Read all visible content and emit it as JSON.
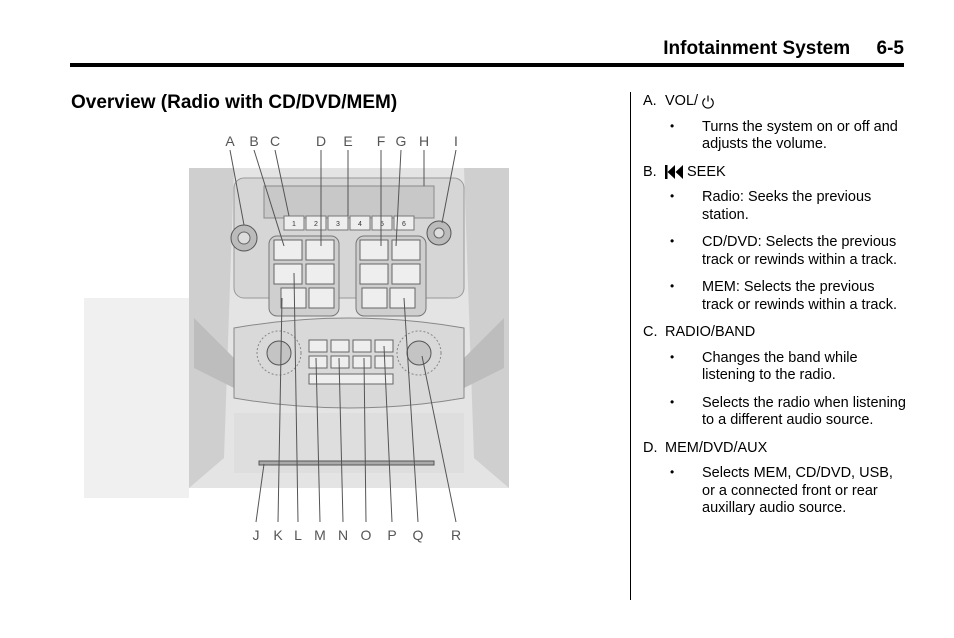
{
  "header": {
    "title": "Infotainment System     6-5"
  },
  "section": {
    "title": "Overview (Radio with CD/DVD/MEM)"
  },
  "figure": {
    "top_labels": [
      "A",
      "B",
      "C",
      "D",
      "E",
      "F",
      "G",
      "H",
      "I"
    ],
    "bottom_labels": [
      "J",
      "K",
      "L",
      "M",
      "N",
      "O",
      "P",
      "Q",
      "R"
    ],
    "preset_numbers": [
      "1",
      "2",
      "3",
      "4",
      "5",
      "6"
    ]
  },
  "items": [
    {
      "letter": "A.",
      "label": "VOL/",
      "icon": "power-icon",
      "bullets": [
        "Turns the system on or off and adjusts the volume."
      ]
    },
    {
      "letter": "B.",
      "label": "SEEK",
      "icon": "seek-back-icon",
      "bullets": [
        "Radio: Seeks the previous station.",
        "CD/DVD: Selects the previous track or rewinds within a track.",
        "MEM: Selects the previous track or rewinds within a track."
      ]
    },
    {
      "letter": "C.",
      "label": "RADIO/BAND",
      "icon": "",
      "bullets": [
        "Changes the band while listening to the radio.",
        "Selects the radio when listening to a different audio source."
      ]
    },
    {
      "letter": "D.",
      "label": "MEM/DVD/AUX",
      "icon": "",
      "bullets": [
        "Selects MEM, CD/DVD, USB, or a connected front or rear auxillary audio source."
      ]
    }
  ]
}
